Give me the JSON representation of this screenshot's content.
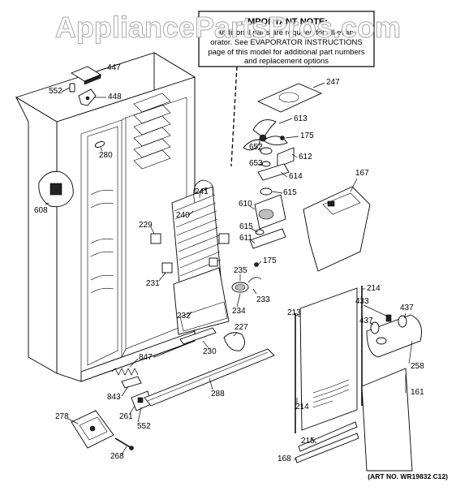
{
  "watermark": "AppliancePartsPros.com",
  "note": {
    "title": "IMPORTANT NOTE:",
    "lines": [
      "Additional parts are required for all evap-",
      "orator. See EVAPORATOR INSTRUCTIONS",
      "page of this model for additional part numbers",
      "and replacement options"
    ]
  },
  "art_number": "(ART NO. WR19832 C12)",
  "callouts": [
    "447",
    "552",
    "448",
    "280",
    "608",
    "241",
    "240",
    "229",
    "231",
    "232",
    "230",
    "227",
    "847",
    "843",
    "261",
    "552",
    "288",
    "278",
    "268",
    "247",
    "613",
    "175",
    "652",
    "612",
    "653",
    "614",
    "615",
    "610",
    "615",
    "611",
    "175",
    "235",
    "233",
    "234",
    "167",
    "214",
    "213",
    "433",
    "437",
    "437",
    "258",
    "214",
    "161",
    "215",
    "168"
  ]
}
